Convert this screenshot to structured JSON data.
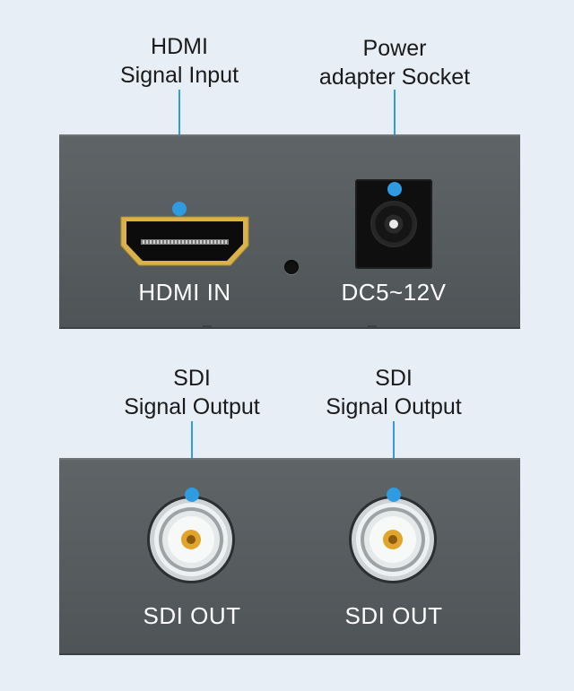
{
  "top_callouts": {
    "hdmi_input": {
      "line1": "HDMI",
      "line2": "Signal Input"
    },
    "power_socket": {
      "line1": "Power",
      "line2": "adapter Socket"
    }
  },
  "bottom_callouts": {
    "sdi_output_1": {
      "line1": "SDI",
      "line2": "Signal Output"
    },
    "sdi_output_2": {
      "line1": "SDI",
      "line2": "Signal Output"
    }
  },
  "top_panel": {
    "hdmi_port_label": "HDMI IN",
    "dc_port_label": "DC5~12V"
  },
  "bottom_panel": {
    "sdi_out_1_label": "SDI OUT",
    "sdi_out_2_label": "SDI OUT"
  },
  "colors": {
    "background": "#e8eef6",
    "callout_accent": "#2f9be0",
    "panel": "#5a5f62",
    "port_label": "#ffffff",
    "connector_gold": "#e0a52a"
  }
}
